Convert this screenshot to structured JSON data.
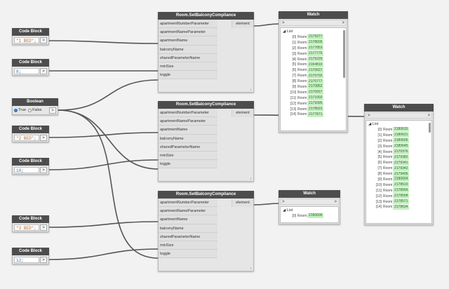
{
  "code_blocks": [
    {
      "title": "Code Block",
      "code": "\"1 BED\";",
      "port": ">"
    },
    {
      "title": "Code Block",
      "code": "8;",
      "port": ">"
    },
    {
      "title": "Code Block",
      "code": "\"2 BED\";",
      "port": ">"
    },
    {
      "title": "Code Block",
      "code": "10;",
      "port": ">"
    },
    {
      "title": "Code Block",
      "code": "\"3 BED\";",
      "port": ">"
    },
    {
      "title": "Code Block",
      "code": "12;",
      "port": ">"
    }
  ],
  "boolean": {
    "title": "Boolean",
    "true_label": "True",
    "false_label": "False",
    "port": ">",
    "selected": "True"
  },
  "room_nodes": [
    {
      "title": "Room.SetBalconyCompliance",
      "inputs": [
        "apartmentNumberParameter",
        "apartmentNameParameter",
        "apartmentName",
        "balconyName",
        "sharedParameterName",
        "minSize",
        "toggle"
      ],
      "output": "element",
      "lacing": "l"
    },
    {
      "title": "Room.SetBalconyCompliance",
      "inputs": [
        "apartmentNumberParameter",
        "apartmentNameParameter",
        "apartmentName",
        "balconyName",
        "sharedParameterName",
        "minSize",
        "toggle"
      ],
      "output": "element",
      "lacing": "l"
    },
    {
      "title": "Room.SetBalconyCompliance",
      "inputs": [
        "apartmentNumberParameter",
        "apartmentNameParameter",
        "apartmentName",
        "balconyName",
        "sharedParameterName",
        "minSize",
        "toggle"
      ],
      "output": "element",
      "lacing": "l"
    }
  ],
  "watch_nodes": [
    {
      "title": "Watch",
      "in_port": ">",
      "out_port": ">",
      "list_label": "List",
      "items": [
        {
          "index": "[0]",
          "type": "Room",
          "value": "2179377"
        },
        {
          "index": "[1]",
          "type": "Room",
          "value": "2178605"
        },
        {
          "index": "[2]",
          "type": "Room",
          "value": "2177853"
        },
        {
          "index": "[3]",
          "type": "Room",
          "value": "2177775"
        },
        {
          "index": "[4]",
          "type": "Room",
          "value": "2175226"
        },
        {
          "index": "[5]",
          "type": "Room",
          "value": "2164810"
        },
        {
          "index": "[6]",
          "type": "Room",
          "value": "2170627"
        },
        {
          "index": "[7]",
          "type": "Room",
          "value": "2170702"
        },
        {
          "index": "[8]",
          "type": "Room",
          "value": "2170777"
        },
        {
          "index": "[9]",
          "type": "Room",
          "value": "2170852"
        },
        {
          "index": "[10]",
          "type": "Room",
          "value": "2170927"
        },
        {
          "index": "[11]",
          "type": "Room",
          "value": "2171002"
        },
        {
          "index": "[12]",
          "type": "Room",
          "value": "2179395"
        },
        {
          "index": "[13]",
          "type": "Room",
          "value": "2178623"
        },
        {
          "index": "[14]",
          "type": "Room",
          "value": "2177871"
        }
      ]
    },
    {
      "title": "Watch",
      "in_port": ">",
      "out_port": ">",
      "list_label": "List",
      "items": [
        {
          "index": "[0]",
          "type": "Room",
          "value": "2180615"
        },
        {
          "index": "[1]",
          "type": "Room",
          "value": "2180621"
        },
        {
          "index": "[2]",
          "type": "Room",
          "value": "2180605"
        },
        {
          "index": "[3]",
          "type": "Room",
          "value": "2180645"
        },
        {
          "index": "[4]",
          "type": "Room",
          "value": "2170376"
        },
        {
          "index": "[5]",
          "type": "Room",
          "value": "2179382"
        },
        {
          "index": "[6]",
          "type": "Room",
          "value": "2179341"
        },
        {
          "index": "[7]",
          "type": "Room",
          "value": "2179342"
        },
        {
          "index": "[8]",
          "type": "Room",
          "value": "2179406"
        },
        {
          "index": "[9]",
          "type": "Room",
          "value": "2180604"
        },
        {
          "index": "[10]",
          "type": "Room",
          "value": "2178610"
        },
        {
          "index": "[11]",
          "type": "Room",
          "value": "2178569"
        },
        {
          "index": "[12]",
          "type": "Room",
          "value": "2178568"
        },
        {
          "index": "[13]",
          "type": "Room",
          "value": "2178571"
        },
        {
          "index": "[14]",
          "type": "Room",
          "value": "2178634"
        }
      ]
    },
    {
      "title": "Watch",
      "in_port": ">",
      "out_port": ">",
      "list_label": "List",
      "items": [
        {
          "index": "[0]",
          "type": "Room",
          "value": "2180606"
        }
      ]
    }
  ],
  "colors": {
    "header": "#4d4d4d",
    "body": "#e6e6e6",
    "value_bg": "#c6efc2",
    "wire": "#555555"
  }
}
